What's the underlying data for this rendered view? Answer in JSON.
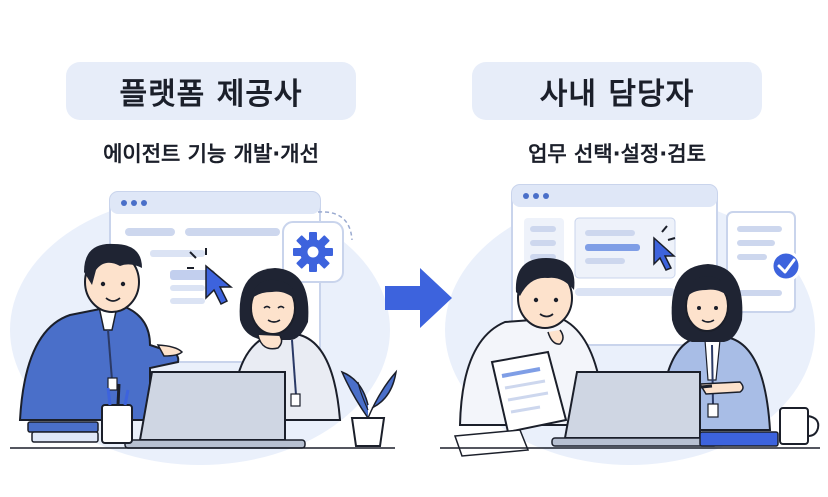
{
  "left": {
    "title": "플랫폼 제공사",
    "subtitle": "에이전트 기능 개발·개선"
  },
  "right": {
    "title": "사내 담당자",
    "subtitle": "업무 선택·설정·검토"
  },
  "colors": {
    "pill_bg": "#e7edf9",
    "accent_blue": "#3d63dd",
    "blob": "#eaf0fb",
    "shirt_blue": "#4a6fc9",
    "ink": "#1b1f2a"
  },
  "icons": [
    "gear-icon",
    "cursor-icon",
    "arrow-right-icon",
    "checkmark-icon",
    "plant-icon",
    "mug-icon",
    "laptop-icon"
  ]
}
